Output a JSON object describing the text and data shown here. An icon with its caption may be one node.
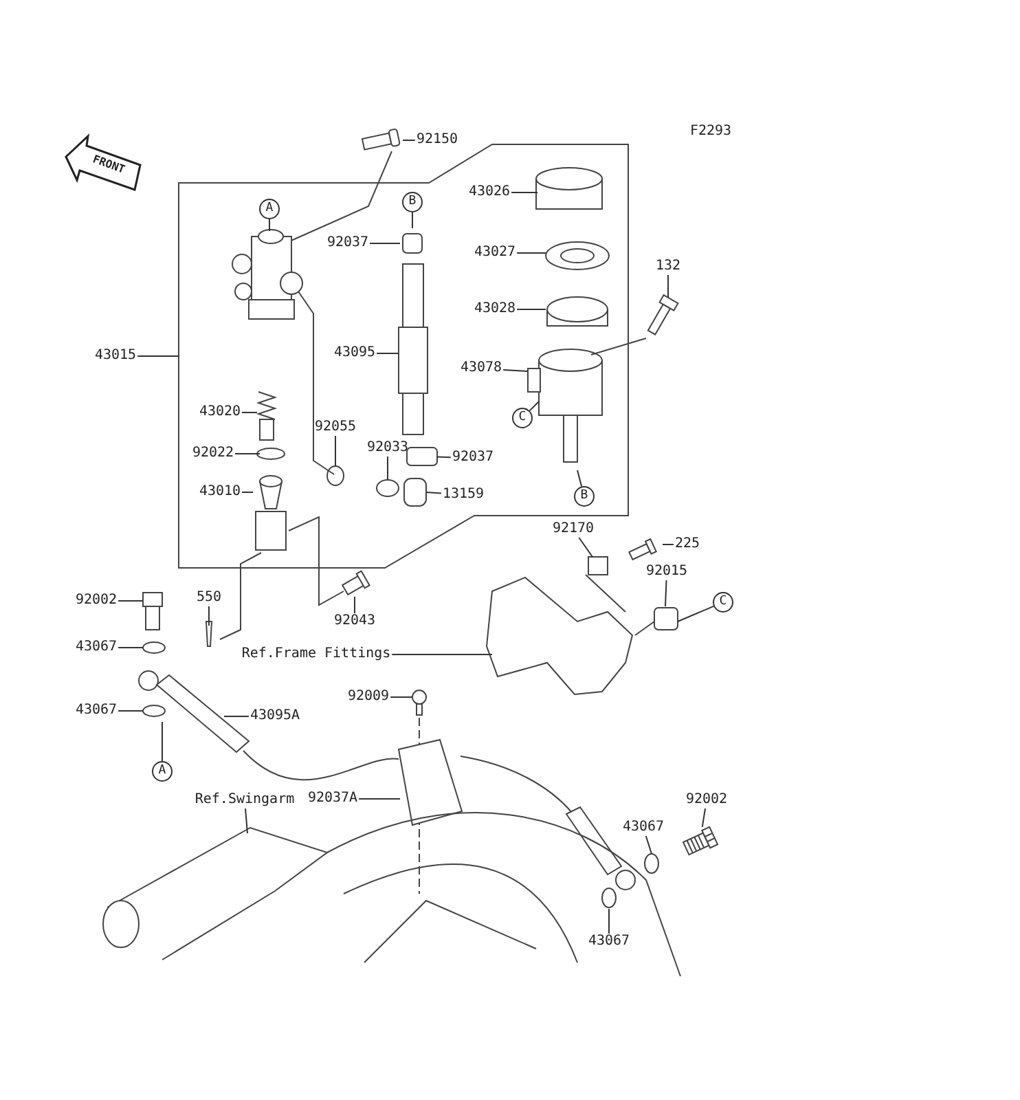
{
  "diagram": {
    "nodes": [
      {
        "text": [
          "92150"
        ]
      },
      {
        "text": [
          "A"
        ]
      },
      {
        "text": [
          "B"
        ]
      },
      {
        "text": [
          "92037"
        ]
      },
      {
        "text": [
          "43026"
        ]
      },
      {
        "text": [
          "43027"
        ]
      },
      {
        "text": [
          "43015"
        ]
      },
      {
        "text": [
          "43095"
        ]
      },
      {
        "text": [
          "43028"
        ]
      },
      {
        "text": [
          "132"
        ]
      },
      {
        "text": [
          "43078"
        ]
      },
      {
        "text": [
          "C"
        ]
      },
      {
        "text": [
          "43020"
        ]
      },
      {
        "text": [
          "92055"
        ]
      },
      {
        "text": [
          "92033"
        ]
      },
      {
        "text": [
          "92037"
        ]
      },
      {
        "text": [
          "92022"
        ]
      },
      {
        "text": [
          "B"
        ]
      },
      {
        "text": [
          "43010"
        ]
      },
      {
        "text": [
          "13159"
        ]
      },
      {
        "text": [
          "92170"
        ]
      },
      {
        "text": [
          "225"
        ]
      },
      {
        "text": [
          "92002"
        ]
      },
      {
        "text": [
          "550"
        ]
      },
      {
        "text": [
          "92015"
        ]
      },
      {
        "text": [
          "C"
        ]
      },
      {
        "text": [
          "92043"
        ]
      },
      {
        "text": [
          "43067"
        ]
      },
      {
        "text": [
          "Ref.Frame Fittings"
        ]
      },
      {
        "text": [
          "43067"
        ]
      },
      {
        "text": [
          "43095A"
        ]
      },
      {
        "text": [
          "92009"
        ]
      },
      {
        "text": [
          "A"
        ]
      },
      {
        "text": [
          "92037A"
        ]
      },
      {
        "text": [
          "Ref.Swingarm"
        ]
      },
      {
        "text": [
          "92002"
        ]
      },
      {
        "text": [
          "43067"
        ]
      },
      {
        "text": [
          "43067"
        ]
      },
      {
        "text": [],
        "shape": "circle"
      },
      {
        "text": [],
        "shape": "box"
      },
      {
        "text": [],
        "shape": "picture"
      }
    ],
    "edges": [
      {
        "from": 0,
        "to": null,
        "arrow": "none"
      },
      {
        "from": 1,
        "to": null,
        "arrow": "none"
      },
      {
        "from": 2,
        "to": null,
        "arrow": "none"
      },
      {
        "from": 3,
        "to": null,
        "arrow": "none"
      },
      {
        "from": 4,
        "to": null,
        "arrow": "none"
      },
      {
        "from": 5,
        "to": null,
        "arrow": "none"
      },
      {
        "from": 6,
        "to": null,
        "arrow": "none"
      },
      {
        "from": 7,
        "to": null,
        "arrow": "none"
      },
      {
        "from": 8,
        "to": null,
        "arrow": "none"
      },
      {
        "from": 9,
        "to": null,
        "arrow": "none"
      },
      {
        "from": 10,
        "to": null,
        "arrow": "none"
      },
      {
        "from": 11,
        "to": null,
        "arrow": "none"
      },
      {
        "from": 12,
        "to": null,
        "arrow": "none"
      },
      {
        "from": 13,
        "to": 38,
        "arrow": "none"
      },
      {
        "from": 14,
        "to": null,
        "arrow": "none"
      },
      {
        "from": 15,
        "to": 39,
        "arrow": "none"
      },
      {
        "from": 16,
        "to": null,
        "arrow": "none"
      },
      {
        "from": 17,
        "to": null,
        "arrow": "none"
      },
      {
        "from": 18,
        "to": null,
        "arrow": "none"
      },
      {
        "from": 19,
        "to": null,
        "arrow": "none"
      },
      {
        "from": 20,
        "to": null,
        "arrow": "none"
      },
      {
        "from": 21,
        "to": null,
        "arrow": "none"
      },
      {
        "from": 22,
        "to": null,
        "arrow": "none"
      },
      {
        "from": 23,
        "to": null,
        "arrow": "none"
      },
      {
        "from": 24,
        "to": null,
        "arrow": "none"
      },
      {
        "from": 25,
        "to": null,
        "arrow": "none"
      },
      {
        "from": 26,
        "to": null,
        "arrow": "none"
      },
      {
        "from": 27,
        "to": null,
        "arrow": "none"
      },
      {
        "from": 28,
        "to": null,
        "arrow": "none"
      },
      {
        "from": 29,
        "to": null,
        "arrow": "none"
      },
      {
        "from": 30,
        "to": null,
        "arrow": "none"
      },
      {
        "from": 31,
        "to": null,
        "arrow": "none"
      },
      {
        "from": 32,
        "to": null,
        "arrow": "none"
      },
      {
        "from": 33,
        "to": null,
        "arrow": "none"
      },
      {
        "from": 34,
        "to": null,
        "arrow": "none"
      },
      {
        "from": 35,
        "to": 40,
        "arrow": "none"
      },
      {
        "from": 36,
        "to": null,
        "arrow": "none"
      },
      {
        "from": 37,
        "to": null,
        "arrow": "none"
      }
    ],
    "labels": [
      "F2293",
      "FRONT"
    ]
  }
}
